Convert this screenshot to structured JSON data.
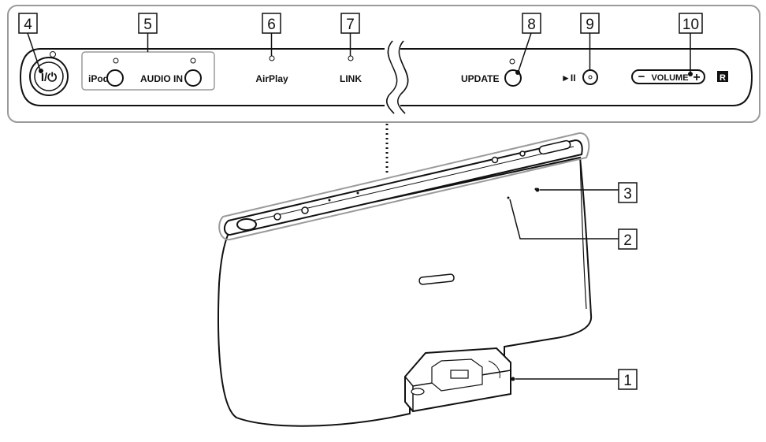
{
  "panel": {
    "labels": {
      "ipod": "iPod",
      "audio_in": "AUDIO IN",
      "airplay": "AirPlay",
      "link": "LINK",
      "update": "UPDATE",
      "play_pause": "►II",
      "volume": "VOLUME",
      "volume_minus": "−",
      "volume_plus": "+",
      "remote_sensor": "R",
      "power_symbol": "I/⏻"
    }
  },
  "callouts": {
    "c1": "1",
    "c2": "2",
    "c3": "3",
    "c4": "4",
    "c5": "5",
    "c6": "6",
    "c7": "7",
    "c8": "8",
    "c9": "9",
    "c10": "10"
  },
  "colors": {
    "stroke": "#111111",
    "highlight": "#9a9a9a",
    "panel_bg": "#ffffff"
  }
}
